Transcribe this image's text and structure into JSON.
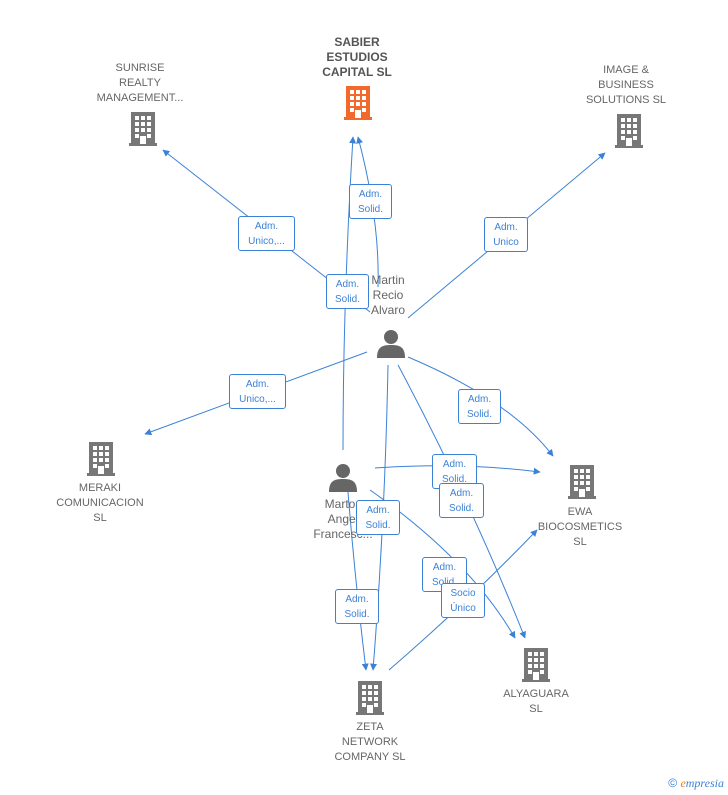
{
  "colors": {
    "edge": "#3b82d6",
    "building": "#777777",
    "main_building": "#f26a2b",
    "person": "#666666"
  },
  "nodes": {
    "sabier": {
      "label": "SABIER\nESTUDIOS\nCAPITAL  SL",
      "icon": "building-icon"
    },
    "sunrise": {
      "label": "SUNRISE\nREALTY\nMANAGEMENT...",
      "icon": "building-icon"
    },
    "image_business": {
      "label": "IMAGE &\nBUSINESS\nSOLUTIONS SL",
      "icon": "building-icon"
    },
    "martin": {
      "label": "Martin\nRecio\nAlvaro",
      "icon": "person-icon"
    },
    "meraki": {
      "label": "MERAKI\nCOMUNICACION\nSL",
      "icon": "building-icon"
    },
    "martos": {
      "label": "Martos\nAngel\nFrancesc...",
      "icon": "person-icon"
    },
    "ewa": {
      "label": "EWA\nBIOCOSMETICS\nSL",
      "icon": "building-icon"
    },
    "zeta": {
      "label": "ZETA\nNETWORK\nCOMPANY  SL",
      "icon": "building-icon"
    },
    "alyaguara": {
      "label": "ALYAGUARA\nSL",
      "icon": "building-icon"
    }
  },
  "edge_labels": {
    "e1": "Adm.\nSolid.",
    "e2": "Adm.\nUnico,...",
    "e3": "Adm.\nUnico",
    "e4": "Adm.\nSolid.",
    "e5": "Adm.\nUnico,...",
    "e6": "Adm.\nSolid.",
    "e7": "Adm.\nSolid.",
    "e8": "Adm.\nSolid.",
    "e9": "Adm.\nSolid.",
    "e10": "Adm.\nSolid.",
    "e11": "Adm.\nSolid.",
    "e12": "Socio\nÚnico"
  },
  "footer": {
    "copyright": "©",
    "brand_first": "e",
    "brand_rest": "mpresia"
  }
}
